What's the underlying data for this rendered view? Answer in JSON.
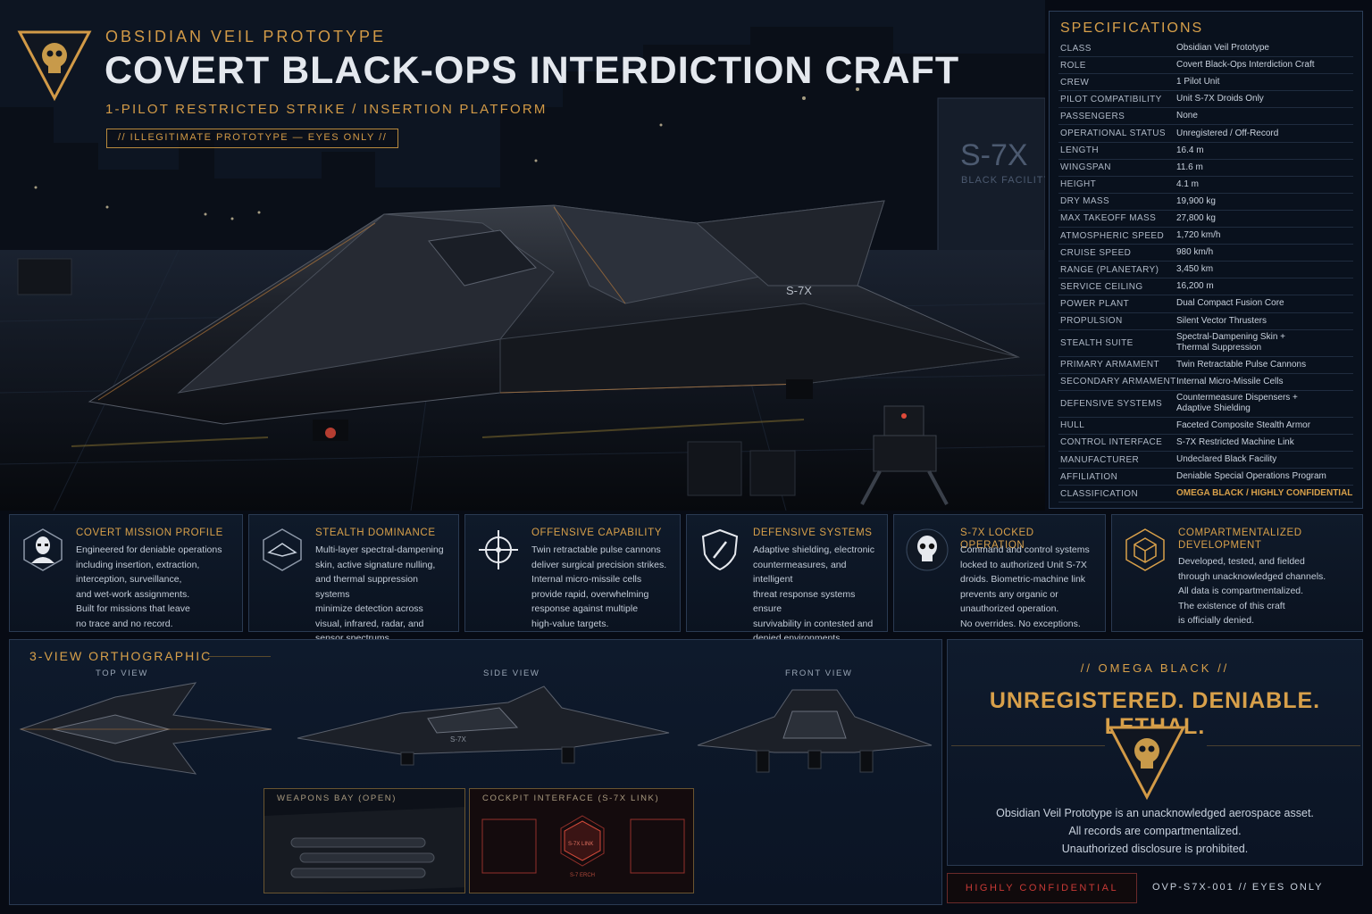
{
  "header": {
    "supertitle": "OBSIDIAN VEIL PROTOTYPE",
    "title": "COVERT BLACK-OPS INTERDICTION CRAFT",
    "subtitle": "1-PILOT RESTRICTED STRIKE / INSERTION PLATFORM",
    "tag": "//  ILLEGITIMATE PROTOTYPE — EYES ONLY  //"
  },
  "hero": {
    "facility_code": "S-7X",
    "facility_name": "BLACK FACILITY",
    "hull_marking": "S-7X"
  },
  "specs": {
    "title": "SPECIFICATIONS",
    "rows": [
      {
        "k": "CLASS",
        "v": "Obsidian Veil Prototype"
      },
      {
        "k": "ROLE",
        "v": "Covert Black-Ops Interdiction Craft"
      },
      {
        "k": "CREW",
        "v": "1 Pilot Unit"
      },
      {
        "k": "PILOT COMPATIBILITY",
        "v": "Unit S-7X Droids Only"
      },
      {
        "k": "PASSENGERS",
        "v": "None"
      },
      {
        "k": "OPERATIONAL STATUS",
        "v": "Unregistered / Off-Record"
      },
      {
        "k": "LENGTH",
        "v": "16.4 m"
      },
      {
        "k": "WINGSPAN",
        "v": "11.6 m"
      },
      {
        "k": "HEIGHT",
        "v": "4.1 m"
      },
      {
        "k": "DRY MASS",
        "v": "19,900 kg"
      },
      {
        "k": "MAX TAKEOFF MASS",
        "v": "27,800 kg"
      },
      {
        "k": "ATMOSPHERIC SPEED",
        "v": "1,720 km/h"
      },
      {
        "k": "CRUISE SPEED",
        "v": "980 km/h"
      },
      {
        "k": "RANGE (PLANETARY)",
        "v": "3,450 km"
      },
      {
        "k": "SERVICE CEILING",
        "v": "16,200 m"
      },
      {
        "k": "POWER PLANT",
        "v": "Dual Compact Fusion Core"
      },
      {
        "k": "PROPULSION",
        "v": "Silent Vector Thrusters"
      },
      {
        "k": "STEALTH SUITE",
        "v": "Spectral-Dampening Skin +\nThermal Suppression"
      },
      {
        "k": "PRIMARY ARMAMENT",
        "v": "Twin Retractable Pulse Cannons"
      },
      {
        "k": "SECONDARY ARMAMENT",
        "v": "Internal Micro-Missile Cells"
      },
      {
        "k": "DEFENSIVE SYSTEMS",
        "v": "Countermeasure Dispensers +\nAdaptive Shielding"
      },
      {
        "k": "HULL",
        "v": "Faceted Composite Stealth Armor"
      },
      {
        "k": "CONTROL INTERFACE",
        "v": "S-7X Restricted Machine Link"
      },
      {
        "k": "MANUFACTURER",
        "v": "Undeclared Black Facility"
      },
      {
        "k": "AFFILIATION",
        "v": "Deniable Special Operations Program"
      },
      {
        "k": "CLASSIFICATION",
        "v": "OMEGA BLACK / HIGHLY CONFIDENTIAL"
      }
    ]
  },
  "cards": [
    {
      "title": "COVERT MISSION PROFILE",
      "body": "Engineered for deniable operations\nincluding insertion, extraction,\ninterception, surveillance,\nand wet-work assignments.\nBuilt for missions that leave\nno trace and no record.",
      "icon": "agent-mask-icon"
    },
    {
      "title": "STEALTH DOMINANCE",
      "body": "Multi-layer spectral-dampening\nskin, active signature nulling,\nand thermal suppression systems\nminimize detection across\nvisual, infrared, radar, and\nsensor spectrums.",
      "icon": "stealth-hex-icon"
    },
    {
      "title": "OFFENSIVE CAPABILITY",
      "body": "Twin retractable pulse cannons\ndeliver surgical precision strikes.\nInternal micro-missile cells\nprovide rapid, overwhelming\nresponse against multiple\nhigh-value targets.",
      "icon": "crosshair-icon"
    },
    {
      "title": "DEFENSIVE SYSTEMS",
      "body": "Adaptive shielding, electronic\ncountermeasures, and intelligent\nthreat response systems ensure\nsurvivability in contested and\ndenied environments.\nHardened for black-ops survival.",
      "icon": "shield-icon"
    },
    {
      "title": "S-7X LOCKED OPERATION",
      "body": "Command and control systems\nlocked to authorized Unit S-7X\ndroids. Biometric-machine link\nprevents any organic or\nunauthorized operation.\nNo overrides. No exceptions.",
      "icon": "skull-icon"
    },
    {
      "title": "COMPARTMENTALIZED\nDEVELOPMENT",
      "body": "Developed, tested, and fielded\nthrough unacknowledged channels.\nAll data is compartmentalized.\nThe existence of this craft\nis officially denied.",
      "icon": "cube-icon"
    }
  ],
  "ortho": {
    "title": "3-VIEW ORTHOGRAPHIC",
    "top_label": "TOP VIEW",
    "side_label": "SIDE VIEW",
    "front_label": "FRONT VIEW",
    "weapons_label": "WEAPONS BAY (OPEN)",
    "cockpit_label": "COCKPIT INTERFACE (S-7X LINK)",
    "side_marking": "S-7X",
    "cockpit_screen": "S-7X LINK",
    "cockpit_sub": "S-7 ERCH"
  },
  "omega": {
    "banner": "//  OMEGA BLACK  //",
    "headline": "UNREGISTERED. DENIABLE. LETHAL.",
    "text": "Obsidian Veil Prototype is an unacknowledged aerospace asset.\nAll records are compartmentalized.\nUnauthorized disclosure is prohibited."
  },
  "footer": {
    "badge": "HIGHLY CONFIDENTIAL",
    "id": "OVP-S7X-001   //   EYES ONLY"
  },
  "colors": {
    "accent_gold": "#d8a04a",
    "panel_border": "#2a3a52",
    "alert_red": "#c83a36"
  }
}
